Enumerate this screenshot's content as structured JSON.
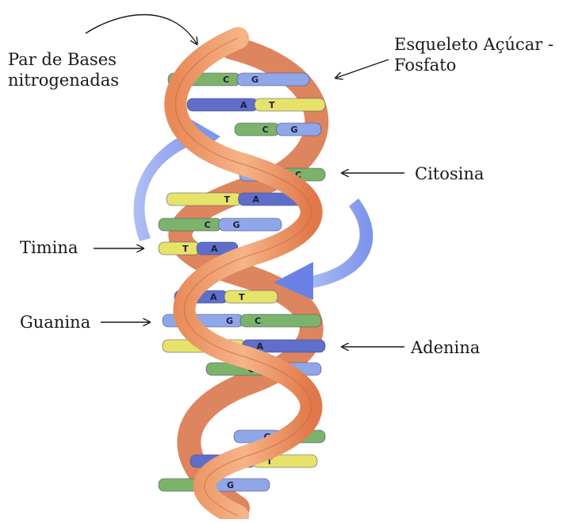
{
  "labels": {
    "base_pairs": [
      "Par de Bases",
      "nitrogenadas"
    ],
    "backbone": [
      "Esqueleto Açúcar -",
      "Fosfato"
    ],
    "cytosine": "Citosina",
    "thymine": "Timina",
    "guanine": "Guanina",
    "adenine": "Adenina"
  },
  "rungs": [
    {
      "left": "C",
      "right": "G"
    },
    {
      "left": "A",
      "right": "T"
    },
    {
      "left": "C",
      "right": "G"
    },
    {
      "left": "G",
      "right": "C"
    },
    {
      "left": "T",
      "right": "A"
    },
    {
      "left": "C",
      "right": "G"
    },
    {
      "left": "T",
      "right": "A"
    },
    {
      "left": "A",
      "right": "T"
    },
    {
      "left": "G",
      "right": "C"
    },
    {
      "left": "T",
      "right": "A"
    },
    {
      "left": "C",
      "right": "G"
    },
    {
      "left": "G",
      "right": "C"
    },
    {
      "left": "A",
      "right": "T"
    },
    {
      "left": "C",
      "right": "G"
    }
  ],
  "colors": {
    "strand_front": "#f0a070",
    "strand_back": "#e8905c",
    "strand_edge": "#c8683c",
    "guanine": "#8fa6e8",
    "cytosine": "#7cb36a",
    "adenine": "#5f6ec8",
    "thymine": "#e7e36a",
    "rotation_arrow": "#8a9ef0"
  }
}
